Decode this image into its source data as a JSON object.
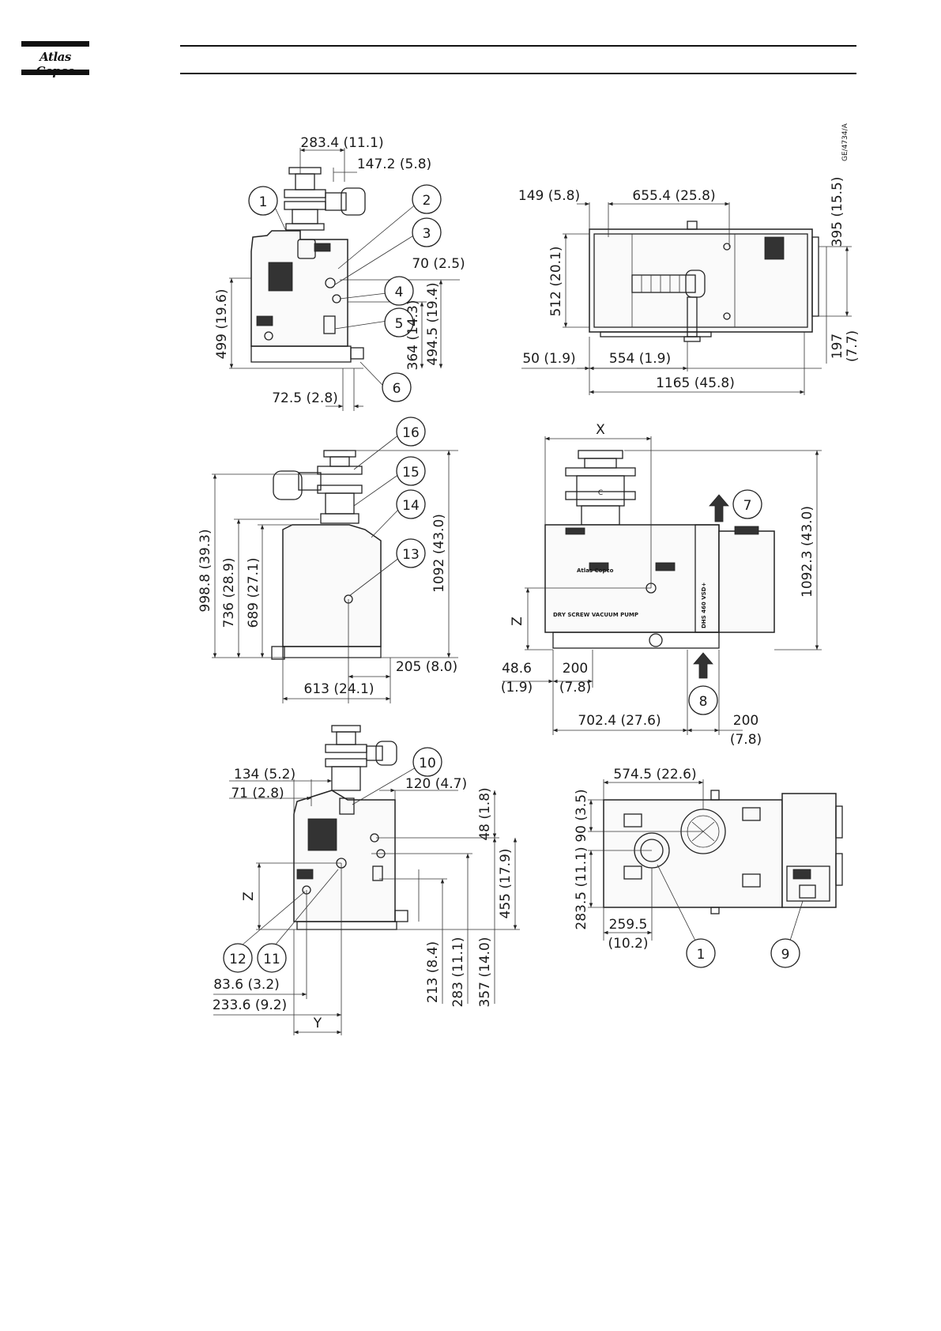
{
  "brand": {
    "name": "Atlas Copco"
  },
  "drawing_id": "GE/4734/A",
  "callouts": [
    "1",
    "2",
    "3",
    "4",
    "5",
    "6",
    "7",
    "8",
    "9",
    "10",
    "11",
    "12",
    "13",
    "14",
    "15",
    "16"
  ],
  "dimension_labels": {
    "d1": "283.4 (11.1)",
    "d2": "147.2 (5.8)",
    "d3": "70 (2.5)",
    "d4": "499 (19.6)",
    "d5": "364 (14.3)",
    "d6": "494.5 (19.4)",
    "d7": "72.5 (2.8)",
    "d8": "149 (5.8)",
    "d9": "655.4 (25.8)",
    "d10": "512 (20.1)",
    "d11": "395 (15.5)",
    "d12": "197",
    "d13": "(7.7)",
    "d14": "50 (1.9)",
    "d15": "554 (1.9)",
    "d16": "1165 (45.8)",
    "d17": "998.8 (39.3)",
    "d18": "736 (28.9)",
    "d19": "689 (27.1)",
    "d20": "1092 (43.0)",
    "d21": "205 (8.0)",
    "d22": "613 (24.1)",
    "d23": "X",
    "d24": "Z",
    "d25": "1092.3 (43.0)",
    "d26": "48.6",
    "d27": "(1.9)",
    "d28": "200",
    "d29": "(7.8)",
    "d30": "702.4 (27.6)",
    "d31": "200",
    "d32": "(7.8)",
    "d33": "134 (5.2)",
    "d34": "71 (2.8)",
    "d35": "120 (4.7)",
    "d36": "48 (1.8)",
    "d37": "455 (17.9)",
    "d38": "Z",
    "d39": "213 (8.4)",
    "d40": "283 (11.1)",
    "d41": "357 (14.0)",
    "d42": "83.6 (3.2)",
    "d43": "233.6 (9.2)",
    "d44": "Y",
    "d45": "574.5 (22.6)",
    "d46": "90 (3.5)",
    "d47": "283.5 (11.1)",
    "d48": "259.5",
    "d49": "(10.2)"
  },
  "pump_labels": {
    "brand_plate": "Atlas Copco",
    "product_name": "DRY SCREW VACUUM PUMP",
    "model_vertical": "DHS 460 VSD+"
  }
}
